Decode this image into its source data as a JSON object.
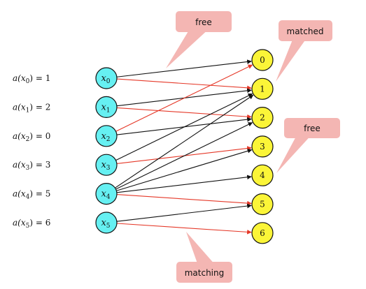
{
  "colors": {
    "left_node_fill": "#66f0f2",
    "right_node_fill": "#fbf538",
    "node_stroke": "#111111",
    "edge_plain": "#111111",
    "edge_matching": "#e53828",
    "callout_fill": "#f4b6b3"
  },
  "assignments": [
    {
      "base": "a(x",
      "sub": "0",
      "tail": ") = 1"
    },
    {
      "base": "a(x",
      "sub": "1",
      "tail": ") = 2"
    },
    {
      "base": "a(x",
      "sub": "2",
      "tail": ") = 0"
    },
    {
      "base": "a(x",
      "sub": "3",
      "tail": ") = 3"
    },
    {
      "base": "a(x",
      "sub": "4",
      "tail": ") = 5"
    },
    {
      "base": "a(x",
      "sub": "5",
      "tail": ") = 6"
    }
  ],
  "left_nodes": [
    {
      "base": "x",
      "sub": "0"
    },
    {
      "base": "x",
      "sub": "1"
    },
    {
      "base": "x",
      "sub": "2"
    },
    {
      "base": "x",
      "sub": "3"
    },
    {
      "base": "x",
      "sub": "4"
    },
    {
      "base": "x",
      "sub": "5"
    }
  ],
  "right_nodes": [
    "0",
    "1",
    "2",
    "3",
    "4",
    "5",
    "6"
  ],
  "edges": [
    {
      "from": 0,
      "to": 0,
      "matching": false
    },
    {
      "from": 0,
      "to": 1,
      "matching": true
    },
    {
      "from": 1,
      "to": 1,
      "matching": false
    },
    {
      "from": 1,
      "to": 2,
      "matching": true
    },
    {
      "from": 2,
      "to": 0,
      "matching": true
    },
    {
      "from": 2,
      "to": 2,
      "matching": false
    },
    {
      "from": 3,
      "to": 1,
      "matching": false
    },
    {
      "from": 3,
      "to": 3,
      "matching": true
    },
    {
      "from": 4,
      "to": 1,
      "matching": false
    },
    {
      "from": 4,
      "to": 2,
      "matching": false
    },
    {
      "from": 4,
      "to": 3,
      "matching": false
    },
    {
      "from": 4,
      "to": 4,
      "matching": false
    },
    {
      "from": 4,
      "to": 5,
      "matching": true
    },
    {
      "from": 5,
      "to": 5,
      "matching": false
    },
    {
      "from": 5,
      "to": 6,
      "matching": true
    }
  ],
  "callouts": {
    "free_top": "free",
    "matched": "matched",
    "free_right": "free",
    "matching": "matching"
  }
}
